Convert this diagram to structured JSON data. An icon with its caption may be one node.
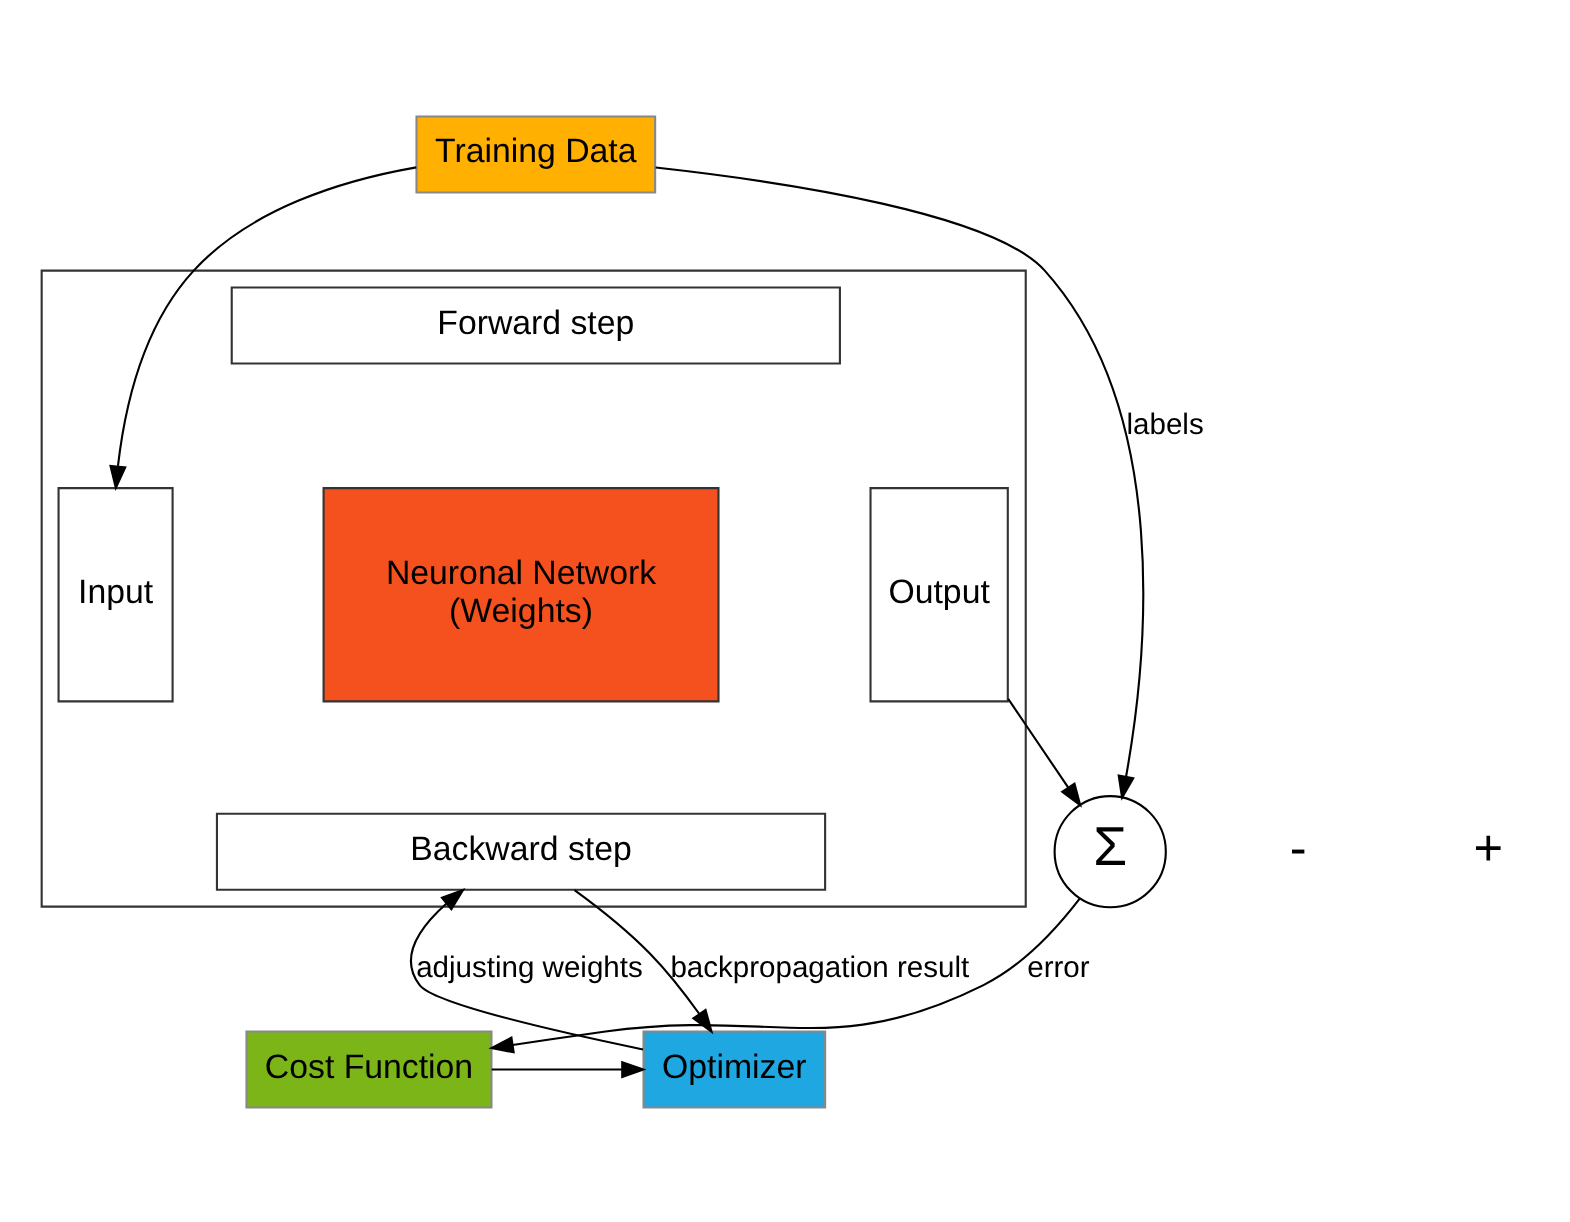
{
  "diagram": {
    "nodes": [
      {
        "text": [
          "Training Data"
        ]
      },
      {
        "text": [],
        "shape": "box"
      },
      {
        "text": [
          "Forward step"
        ],
        "in": 1
      },
      {
        "text": [
          "Input"
        ],
        "in": 1
      },
      {
        "text": [
          "Neuronal Network",
          "(Weights)"
        ],
        "in": 1
      },
      {
        "text": [
          "Output"
        ],
        "in": 1
      },
      {
        "text": [
          "Backward step"
        ],
        "in": 1
      },
      {
        "text": [
          "Σ"
        ]
      },
      {
        "text": [
          "Cost Function"
        ]
      },
      {
        "text": [
          "Optimizer"
        ]
      }
    ],
    "edges": [
      {
        "from": 0,
        "to": 3,
        "arrow": "to"
      },
      {
        "from": 0,
        "to": 7,
        "arrow": "to",
        "label": "labels"
      },
      {
        "from": 5,
        "to": 7,
        "arrow": "to"
      },
      {
        "from": 7,
        "to": 8,
        "arrow": "to",
        "label": "error"
      },
      {
        "from": 8,
        "to": 9,
        "arrow": "to"
      },
      {
        "from": 9,
        "to": 6,
        "arrow": "to",
        "label": "adjusting weights"
      },
      {
        "from": 6,
        "to": 9,
        "arrow": "to",
        "label": "backpropagation result"
      }
    ],
    "labels": [
      "-",
      "+"
    ]
  }
}
